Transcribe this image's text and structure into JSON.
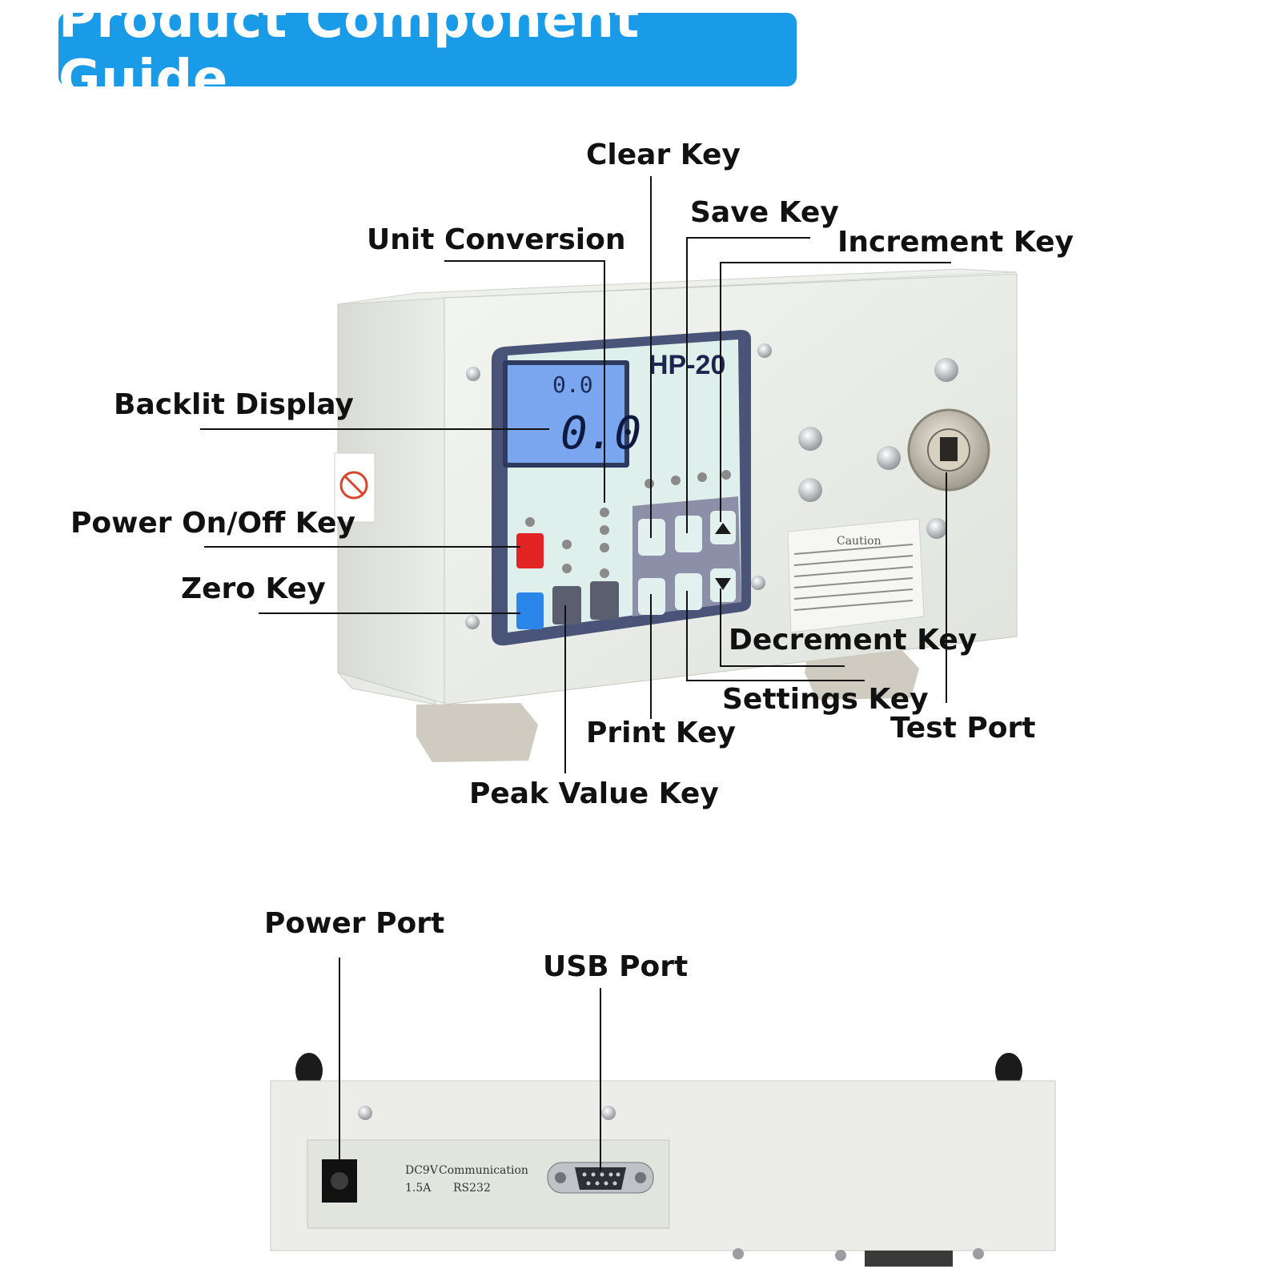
{
  "title": "Product Component Guide",
  "colors": {
    "banner": "#1a9be8",
    "body": "#e9ece6",
    "faceplate": "#dff0ec",
    "lcd": "#7aa6f0",
    "power_key": "#e22424",
    "zero_key": "#2b86ea",
    "keypad": "#8b8fa8"
  },
  "front_labels": {
    "clear_key": "Clear Key",
    "save_key": "Save Key",
    "increment_key": "Increment Key",
    "unit_conversion": "Unit Conversion",
    "backlit_display": "Backlit Display",
    "power_key": "Power On/Off Key",
    "zero_key": "Zero Key",
    "decrement_key": "Decrement Key",
    "settings_key": "Settings Key",
    "print_key": "Print Key",
    "test_port": "Test Port",
    "peak_value_key": "Peak Value Key"
  },
  "rear_labels": {
    "power_port": "Power Port",
    "usb_port": "USB Port"
  },
  "device": {
    "model": "HP-20",
    "lcd_small": "0.0",
    "lcd_main": "0.0",
    "caution_title": "Caution"
  }
}
